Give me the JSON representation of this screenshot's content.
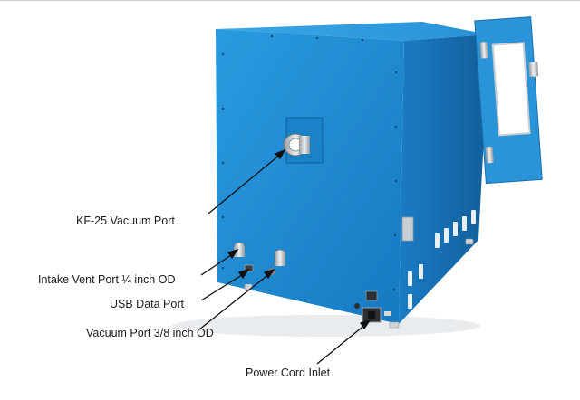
{
  "colors": {
    "cabinet_front": "#1f8fd6",
    "cabinet_side": "#1673b6",
    "cabinet_top": "#2f9fe2",
    "door": "#2a94d8",
    "steel": "#c9ced3",
    "leader_line": "#111111",
    "label_text": "#1b1b1b"
  },
  "callouts": {
    "kf25_vacuum_port": "KF-25 Vacuum Port",
    "intake_vent_port": "Intake Vent Port ¼ inch OD",
    "usb_data_port": "USB Data Port",
    "vacuum_port_38": "Vacuum Port 3/8 inch OD",
    "power_cord_inlet": "Power Cord Inlet"
  }
}
